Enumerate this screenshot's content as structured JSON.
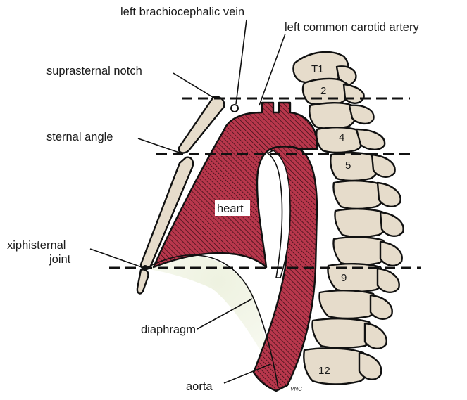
{
  "labels": {
    "left_brachiocephalic_vein": "left brachiocephalic vein",
    "left_common_carotid_artery": "left common carotid artery",
    "suprasternal_notch": "suprasternal notch",
    "sternal_angle": "sternal angle",
    "heart": "heart",
    "xiphisternal_joint_line1": "xiphisternal",
    "xiphisternal_joint_line2": "joint",
    "diaphragm": "diaphragm",
    "aorta": "aorta"
  },
  "vertebrae": {
    "t1": "T1",
    "t2": "2",
    "t4": "4",
    "t5": "5",
    "t9": "9",
    "t12": "12"
  },
  "signature": "VNC",
  "colors": {
    "heart_fill": "#b8374c",
    "bone_fill": "#e6dccb",
    "diaphragm_fill": "#f5f7ec"
  }
}
